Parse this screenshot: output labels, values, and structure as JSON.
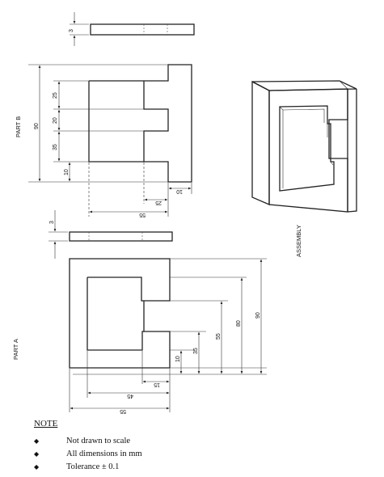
{
  "labels": {
    "part_a": "PART A",
    "part_b": "PART B",
    "assembly": "ASSEMBLY"
  },
  "part_b": {
    "thickness": "3",
    "height": "90",
    "seg_top": "25",
    "seg_mid": "20",
    "seg_bot": "35",
    "seg_base": "10",
    "bottom_right": "10",
    "width_inner": "25",
    "width_total": "55"
  },
  "part_a": {
    "thickness": "3",
    "h10": "10",
    "h35": "35",
    "h55": "55",
    "h80": "80",
    "h90": "90",
    "w15": "15",
    "w45": "45",
    "w55": "55"
  },
  "notes": {
    "title": "NOTE",
    "items": [
      "Not drawn to scale",
      "All dimensions in mm",
      "Tolerance ± 0.1"
    ]
  }
}
